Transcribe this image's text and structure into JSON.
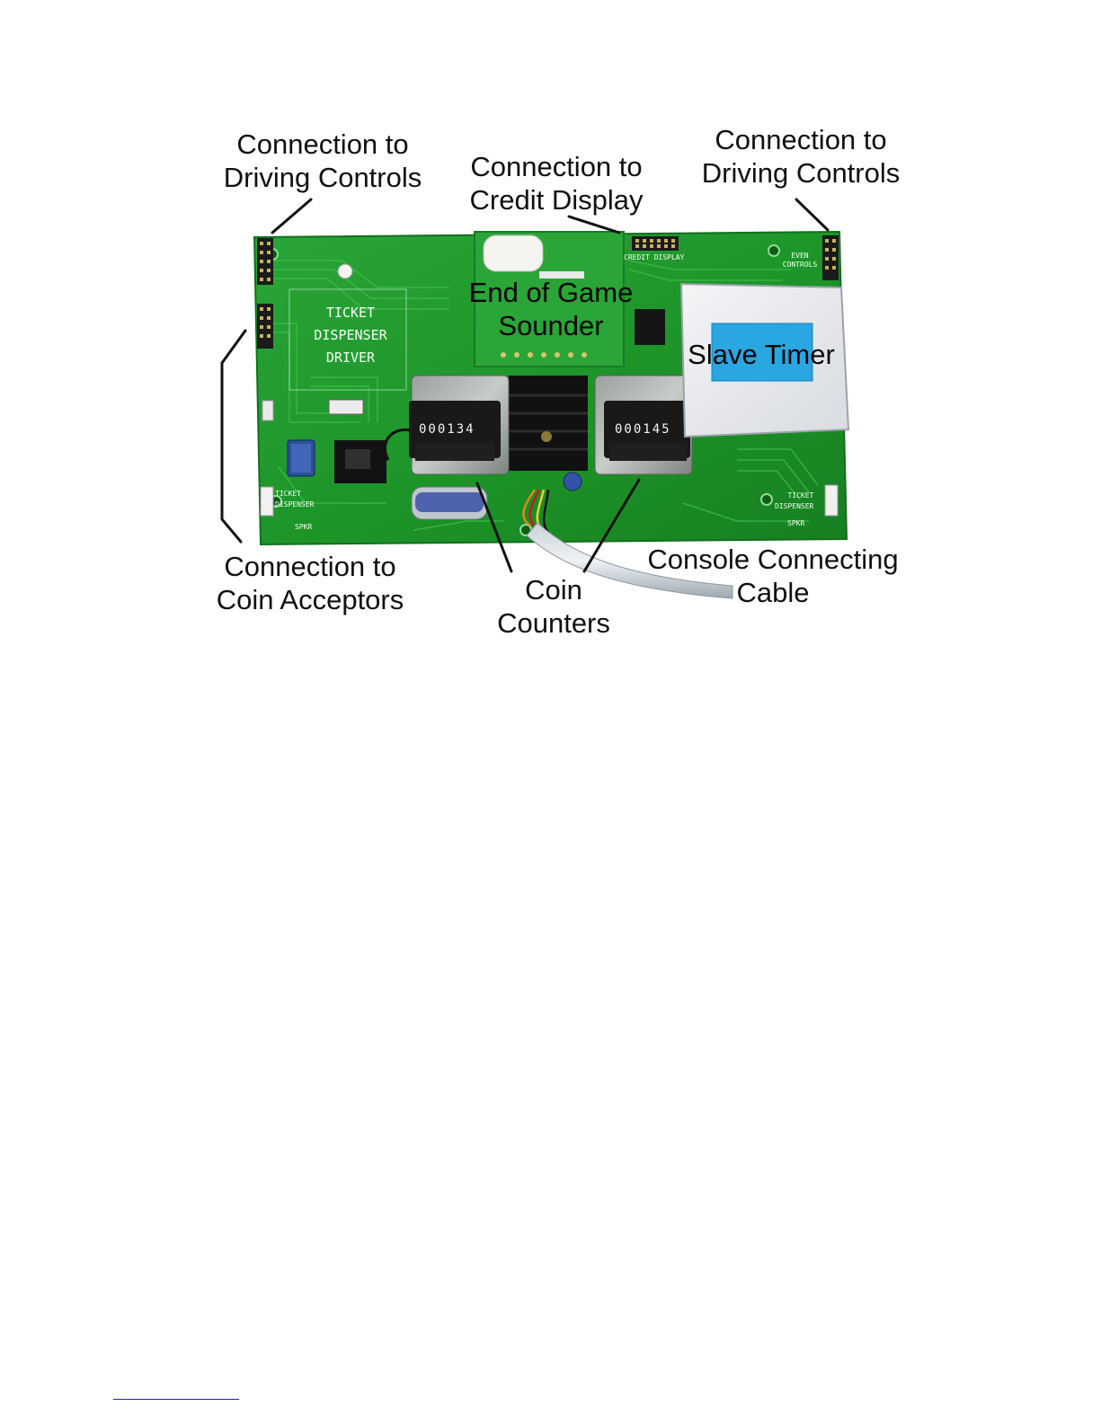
{
  "callouts": {
    "driving_controls_left": {
      "line1": "Connection to",
      "line2": "Driving Controls"
    },
    "credit_display": {
      "line1": "Connection to",
      "line2": "Credit Display"
    },
    "driving_controls_right": {
      "line1": "Connection to",
      "line2": "Driving Controls"
    },
    "end_of_game_sounder": {
      "line1": "End of Game",
      "line2": "Sounder"
    },
    "slave_timer": {
      "line1": "Slave Timer"
    },
    "coin_acceptors": {
      "line1": "Connection to",
      "line2": "Coin Acceptors"
    },
    "coin_counters": {
      "line1": "Coin",
      "line2": "Counters"
    },
    "console_cable": {
      "line1": "Console Connecting",
      "line2": "Cable"
    }
  },
  "board_silkscreen": {
    "driver_label": [
      "TICKET",
      "DISPENSER",
      "DRIVER"
    ],
    "credit_display": "CREDIT DISPLAY",
    "even_controls": [
      "EVEN",
      "CONTROLS"
    ],
    "ticket_dispenser_left": [
      "TICKET",
      "DISPENSER"
    ],
    "ticket_dispenser_right": [
      "TICKET",
      "DISPENSER"
    ],
    "spkr_left": "SPKR",
    "spkr_right": "SPKR"
  },
  "coin_counters": {
    "left_reading": "000134",
    "right_reading": "000145"
  },
  "colors": {
    "pcb_green": "#1f9a2a",
    "pcb_trace": "#35b640",
    "leader_line": "#111111",
    "footer_rule": "#1a1aff"
  }
}
